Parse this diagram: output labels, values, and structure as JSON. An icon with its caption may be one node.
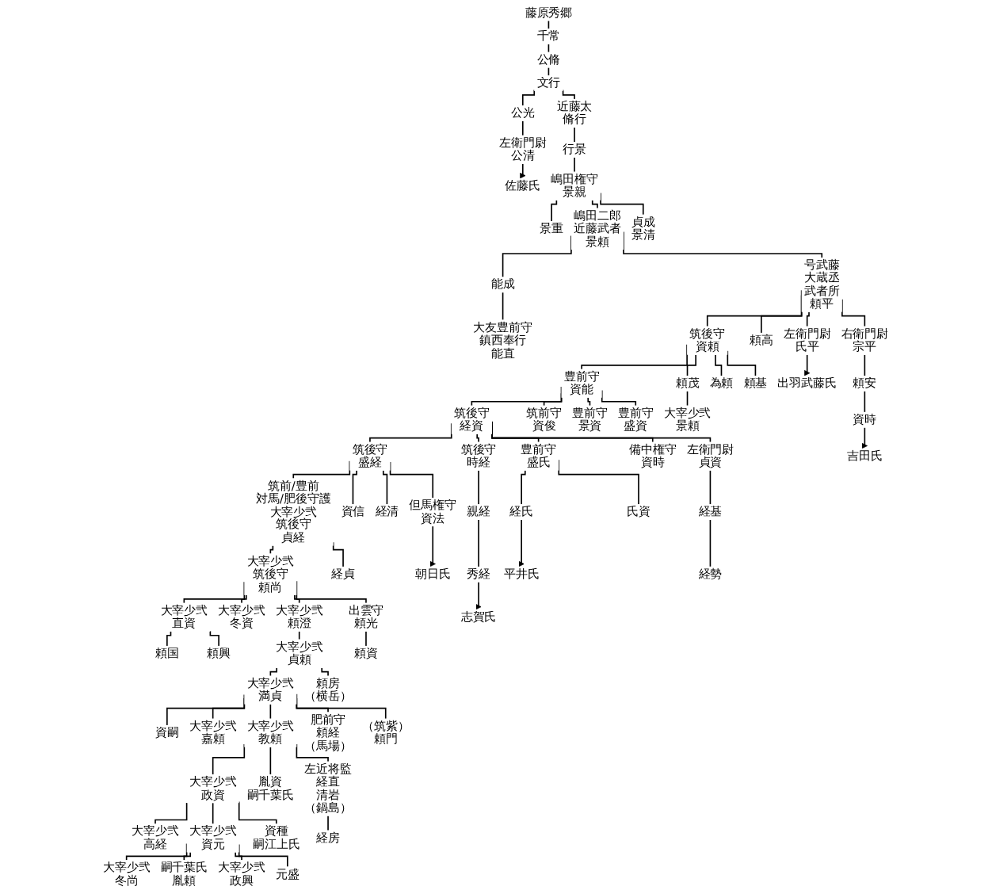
{
  "diagram": {
    "nodes": [
      {
        "text": [
          "藤原秀郷"
        ]
      },
      {
        "text": [
          "千常"
        ]
      },
      {
        "text": [
          "公脩"
        ]
      },
      {
        "text": [
          "文行"
        ]
      },
      {
        "text": [
          "公光"
        ]
      },
      {
        "text": [
          "左衛門尉",
          "公清"
        ]
      },
      {
        "text": [
          "佐藤氏"
        ]
      },
      {
        "text": [
          "近藤太",
          "脩行"
        ]
      },
      {
        "text": [
          "行景"
        ]
      },
      {
        "text": [
          "嶋田権守",
          "景親"
        ]
      },
      {
        "text": [
          "景重"
        ]
      },
      {
        "text": [
          "嶋田二郎",
          "近藤武者",
          "景頼"
        ]
      },
      {
        "text": [
          "能成"
        ]
      },
      {
        "text": [
          "大友豊前守",
          "鎮西奉行",
          "能直"
        ]
      },
      {
        "text": [
          "貞成",
          "景清"
        ]
      },
      {
        "text": [
          "号武藤",
          "大蔵丞",
          "武者所",
          "頼平"
        ]
      },
      {
        "text": [
          "筑後守",
          "資頼"
        ]
      },
      {
        "text": [
          "豊前守",
          "資能"
        ]
      },
      {
        "text": [
          "筑後守",
          "経資"
        ]
      },
      {
        "text": [
          "筑後守",
          "盛経"
        ]
      },
      {
        "text": [
          "筑前/豊前",
          "対馬/肥後守護",
          "大宰少弐",
          "筑後守",
          "貞経"
        ]
      },
      {
        "text": [
          "大宰少弐",
          "筑後守",
          "頼尚"
        ]
      },
      {
        "text": [
          "大宰少弐",
          "直資"
        ]
      },
      {
        "text": [
          "頼国"
        ]
      },
      {
        "text": [
          "頼高"
        ]
      },
      {
        "text": [
          "筑前守",
          "資俊"
        ]
      },
      {
        "text": [
          "経貞"
        ]
      },
      {
        "text": [
          "頼興"
        ]
      },
      {
        "text": [
          "豊前守",
          "景資"
        ]
      },
      {
        "text": [
          "資信"
        ]
      },
      {
        "text": [
          "大宰少弐",
          "冬資"
        ]
      },
      {
        "text": [
          "豊前守",
          "盛資"
        ]
      },
      {
        "text": [
          "経清"
        ]
      },
      {
        "text": [
          "大宰少弐",
          "頼澄"
        ]
      },
      {
        "text": [
          "大宰少弐",
          "貞頼"
        ]
      },
      {
        "text": [
          "大宰少弐",
          "満貞"
        ]
      },
      {
        "text": [
          "資嗣"
        ]
      },
      {
        "text": [
          "但馬権守",
          "資法"
        ]
      },
      {
        "text": [
          "朝日氏"
        ]
      },
      {
        "text": [
          "出雲守",
          "頼光"
        ]
      },
      {
        "text": [
          "頼資"
        ]
      },
      {
        "text": [
          "大宰少弐",
          "嘉頼"
        ]
      },
      {
        "text": [
          "筑後守",
          "時経"
        ]
      },
      {
        "text": [
          "親経"
        ]
      },
      {
        "text": [
          "秀経"
        ]
      },
      {
        "text": [
          "志賀氏"
        ]
      },
      {
        "text": [
          "頼房",
          "（横岳）"
        ]
      },
      {
        "text": [
          "大宰少弐",
          "教頼"
        ]
      },
      {
        "text": [
          "大宰少弐",
          "政資"
        ]
      },
      {
        "text": [
          "大宰少弐",
          "高経"
        ]
      },
      {
        "text": [
          "大宰少弐",
          "冬尚"
        ]
      },
      {
        "text": [
          "頼茂"
        ]
      },
      {
        "text": [
          "大宰少弐",
          "景頼"
        ]
      },
      {
        "text": [
          "豊前守",
          "盛氏"
        ]
      },
      {
        "text": [
          "経氏"
        ]
      },
      {
        "text": [
          "平井氏"
        ]
      },
      {
        "text": [
          "肥前守",
          "頼経",
          "（馬場）"
        ]
      },
      {
        "text": [
          "大宰少弐",
          "資元"
        ]
      },
      {
        "text": [
          "嗣千葉氏",
          "胤頼"
        ]
      },
      {
        "text": [
          "為頼"
        ]
      },
      {
        "text": [
          "備中権守",
          "資時"
        ]
      },
      {
        "text": [
          "氏資"
        ]
      },
      {
        "text": [
          "胤資",
          "嗣千葉氏"
        ]
      },
      {
        "text": [
          "資種",
          "嗣江上氏"
        ]
      },
      {
        "text": [
          "大宰少弐",
          "政興"
        ]
      },
      {
        "text": [
          "（筑紫）",
          "頼門"
        ]
      },
      {
        "text": [
          "頼基"
        ]
      },
      {
        "text": [
          "左衛門尉",
          "貞資"
        ]
      },
      {
        "text": [
          "経基"
        ]
      },
      {
        "text": [
          "経勢"
        ]
      },
      {
        "text": [
          "元盛"
        ]
      },
      {
        "text": [
          "左衛門尉",
          "氏平"
        ]
      },
      {
        "text": [
          "出羽武藤氏"
        ]
      },
      {
        "text": [
          "左近将監",
          "経直",
          "清岩",
          "（鍋島）"
        ]
      },
      {
        "text": [
          "経房"
        ]
      },
      {
        "text": [
          "右衛門尉",
          "宗平"
        ]
      },
      {
        "text": [
          "頼安"
        ]
      },
      {
        "text": [
          "資時"
        ]
      },
      {
        "text": [
          "吉田氏"
        ]
      }
    ],
    "edges": [
      {
        "from": 0,
        "to": 1,
        "arrow": "none"
      },
      {
        "from": 1,
        "to": 2,
        "arrow": "none"
      },
      {
        "from": 2,
        "to": 3,
        "arrow": "none"
      },
      {
        "from": 3,
        "to": 4,
        "arrow": "none"
      },
      {
        "from": 3,
        "to": 7,
        "arrow": "none"
      },
      {
        "from": 4,
        "to": 5,
        "arrow": "none"
      },
      {
        "from": 5,
        "to": 6,
        "arrow": "to"
      },
      {
        "from": 7,
        "to": 8,
        "arrow": "none"
      },
      {
        "from": 8,
        "to": 9,
        "arrow": "none"
      },
      {
        "from": 9,
        "to": 10,
        "arrow": "none"
      },
      {
        "from": 9,
        "to": 11,
        "arrow": "none"
      },
      {
        "from": 9,
        "to": 14,
        "arrow": "none"
      },
      {
        "from": 11,
        "to": 12,
        "arrow": "none"
      },
      {
        "from": 11,
        "to": 15,
        "arrow": "none"
      },
      {
        "from": 12,
        "to": 13,
        "arrow": "none"
      },
      {
        "from": 15,
        "to": 16,
        "arrow": "none"
      },
      {
        "from": 15,
        "to": 24,
        "arrow": "none"
      },
      {
        "from": 15,
        "to": 71,
        "arrow": "none"
      },
      {
        "from": 15,
        "to": 75,
        "arrow": "none"
      },
      {
        "from": 16,
        "to": 17,
        "arrow": "none"
      },
      {
        "from": 16,
        "to": 51,
        "arrow": "none"
      },
      {
        "from": 16,
        "to": 59,
        "arrow": "none"
      },
      {
        "from": 16,
        "to": 66,
        "arrow": "none"
      },
      {
        "from": 17,
        "to": 18,
        "arrow": "none"
      },
      {
        "from": 17,
        "to": 25,
        "arrow": "none"
      },
      {
        "from": 17,
        "to": 28,
        "arrow": "none"
      },
      {
        "from": 17,
        "to": 31,
        "arrow": "none"
      },
      {
        "from": 18,
        "to": 19,
        "arrow": "none"
      },
      {
        "from": 18,
        "to": 42,
        "arrow": "none"
      },
      {
        "from": 18,
        "to": 53,
        "arrow": "none"
      },
      {
        "from": 18,
        "to": 60,
        "arrow": "none"
      },
      {
        "from": 18,
        "to": 67,
        "arrow": "none"
      },
      {
        "from": 19,
        "to": 20,
        "arrow": "none"
      },
      {
        "from": 19,
        "to": 29,
        "arrow": "none"
      },
      {
        "from": 19,
        "to": 32,
        "arrow": "none"
      },
      {
        "from": 19,
        "to": 37,
        "arrow": "none"
      },
      {
        "from": 20,
        "to": 21,
        "arrow": "none"
      },
      {
        "from": 20,
        "to": 26,
        "arrow": "none"
      },
      {
        "from": 21,
        "to": 22,
        "arrow": "none"
      },
      {
        "from": 21,
        "to": 30,
        "arrow": "none"
      },
      {
        "from": 21,
        "to": 33,
        "arrow": "none"
      },
      {
        "from": 21,
        "to": 39,
        "arrow": "none"
      },
      {
        "from": 22,
        "to": 23,
        "arrow": "none"
      },
      {
        "from": 22,
        "to": 27,
        "arrow": "none"
      },
      {
        "from": 33,
        "to": 34,
        "arrow": "none"
      },
      {
        "from": 34,
        "to": 35,
        "arrow": "none"
      },
      {
        "from": 34,
        "to": 46,
        "arrow": "none"
      },
      {
        "from": 35,
        "to": 36,
        "arrow": "none"
      },
      {
        "from": 35,
        "to": 41,
        "arrow": "none"
      },
      {
        "from": 35,
        "to": 47,
        "arrow": "none"
      },
      {
        "from": 35,
        "to": 56,
        "arrow": "none"
      },
      {
        "from": 35,
        "to": 65,
        "arrow": "none"
      },
      {
        "from": 37,
        "to": 38,
        "arrow": "to"
      },
      {
        "from": 39,
        "to": 40,
        "arrow": "none"
      },
      {
        "from": 42,
        "to": 43,
        "arrow": "none"
      },
      {
        "from": 43,
        "to": 44,
        "arrow": "none"
      },
      {
        "from": 44,
        "to": 45,
        "arrow": "to"
      },
      {
        "from": 47,
        "to": 48,
        "arrow": "none"
      },
      {
        "from": 47,
        "to": 62,
        "arrow": "none"
      },
      {
        "from": 47,
        "to": 73,
        "arrow": "none"
      },
      {
        "from": 48,
        "to": 49,
        "arrow": "none"
      },
      {
        "from": 48,
        "to": 57,
        "arrow": "none"
      },
      {
        "from": 48,
        "to": 63,
        "arrow": "none"
      },
      {
        "from": 57,
        "to": 50,
        "arrow": "none"
      },
      {
        "from": 57,
        "to": 58,
        "arrow": "none"
      },
      {
        "from": 57,
        "to": 64,
        "arrow": "none"
      },
      {
        "from": 57,
        "to": 70,
        "arrow": "none"
      },
      {
        "from": 51,
        "to": 52,
        "arrow": "none"
      },
      {
        "from": 53,
        "to": 54,
        "arrow": "none"
      },
      {
        "from": 53,
        "to": 61,
        "arrow": "none"
      },
      {
        "from": 54,
        "to": 55,
        "arrow": "to"
      },
      {
        "from": 67,
        "to": 68,
        "arrow": "none"
      },
      {
        "from": 68,
        "to": 69,
        "arrow": "none"
      },
      {
        "from": 71,
        "to": 72,
        "arrow": "to"
      },
      {
        "from": 73,
        "to": 74,
        "arrow": "none"
      },
      {
        "from": 75,
        "to": 76,
        "arrow": "none"
      },
      {
        "from": 76,
        "to": 77,
        "arrow": "none"
      },
      {
        "from": 77,
        "to": 78,
        "arrow": "to"
      }
    ]
  }
}
